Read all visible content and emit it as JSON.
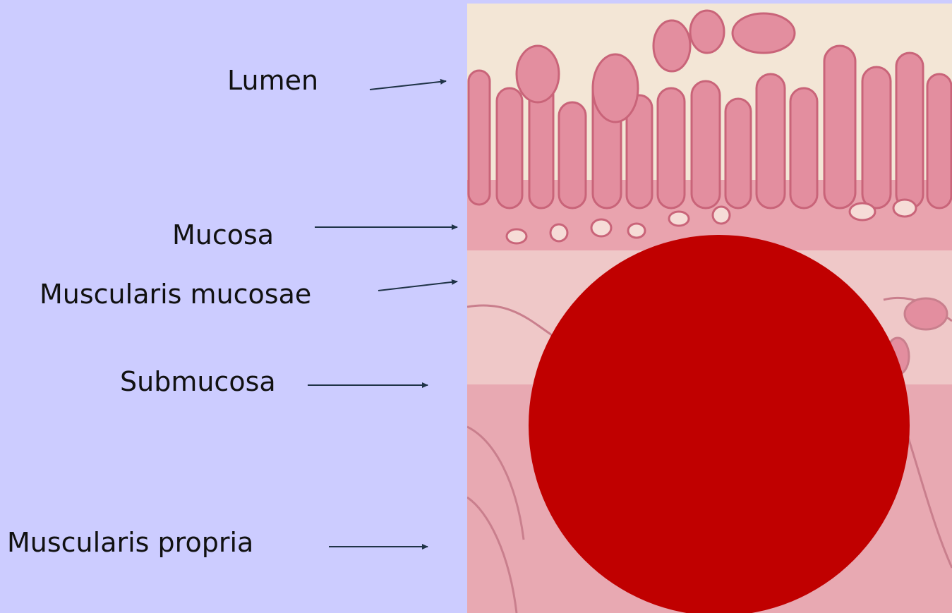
{
  "labels": {
    "lumen": "Lumen",
    "mucosa": "Mucosa",
    "muscularis_mucosae": "Muscularis mucosae",
    "submucosa": "Submucosa",
    "muscularis_propria": "Muscularis propria"
  },
  "colors": {
    "background": "#ccccff",
    "arrow": "#1f3347",
    "circle": "#c00000",
    "tissue_pink": "#e79aa8",
    "tissue_background": "#f3e3d3"
  },
  "image": {
    "description_icon": "histology-micrograph"
  }
}
